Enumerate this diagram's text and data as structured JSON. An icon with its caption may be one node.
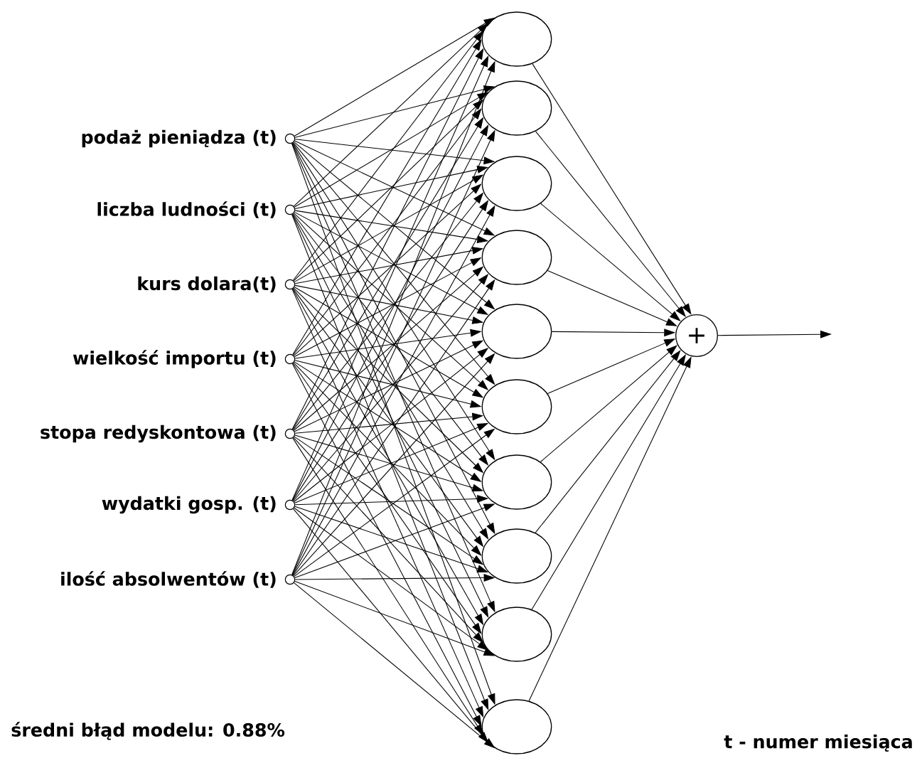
{
  "diagram": {
    "nodes": [
      {
        "text": [],
        "shape": "circle",
        "beside": [
          "podaż pieniądza (t)"
        ]
      },
      {
        "text": [],
        "shape": "circle",
        "beside": [
          "liczba ludności (t)"
        ]
      },
      {
        "text": [],
        "shape": "circle",
        "beside": [
          "kurs dolara(t)"
        ]
      },
      {
        "text": [],
        "shape": "circle",
        "beside": [
          "wielkość importu (t)"
        ]
      },
      {
        "text": [],
        "shape": "circle",
        "beside": [
          "stopa redyskontowa (t)"
        ]
      },
      {
        "text": [],
        "shape": "circle",
        "beside": [
          "wydatki gosp. (t)"
        ]
      },
      {
        "text": [],
        "shape": "circle",
        "beside": [
          "ilość absolwentów (t)"
        ]
      },
      {
        "text": [],
        "shape": "circle"
      },
      {
        "text": [],
        "shape": "circle"
      },
      {
        "text": [],
        "shape": "circle"
      },
      {
        "text": [],
        "shape": "circle"
      },
      {
        "text": [],
        "shape": "circle"
      },
      {
        "text": [],
        "shape": "circle"
      },
      {
        "text": [],
        "shape": "circle"
      },
      {
        "text": [],
        "shape": "circle"
      },
      {
        "text": [],
        "shape": "circle"
      },
      {
        "text": [],
        "shape": "circle"
      },
      {
        "text": [
          "+"
        ]
      }
    ],
    "edges": [
      {
        "from": 0,
        "to": 7,
        "arrow": "to"
      },
      {
        "from": 0,
        "to": 8,
        "arrow": "to"
      },
      {
        "from": 0,
        "to": 9,
        "arrow": "to"
      },
      {
        "from": 0,
        "to": 10,
        "arrow": "to"
      },
      {
        "from": 0,
        "to": 11,
        "arrow": "to"
      },
      {
        "from": 0,
        "to": 12,
        "arrow": "to"
      },
      {
        "from": 0,
        "to": 13,
        "arrow": "to"
      },
      {
        "from": 0,
        "to": 14,
        "arrow": "to"
      },
      {
        "from": 0,
        "to": 15,
        "arrow": "to"
      },
      {
        "from": 0,
        "to": 16,
        "arrow": "to"
      },
      {
        "from": 1,
        "to": 7,
        "arrow": "to"
      },
      {
        "from": 1,
        "to": 8,
        "arrow": "to"
      },
      {
        "from": 1,
        "to": 9,
        "arrow": "to"
      },
      {
        "from": 1,
        "to": 10,
        "arrow": "to"
      },
      {
        "from": 1,
        "to": 11,
        "arrow": "to"
      },
      {
        "from": 1,
        "to": 12,
        "arrow": "to"
      },
      {
        "from": 1,
        "to": 13,
        "arrow": "to"
      },
      {
        "from": 1,
        "to": 14,
        "arrow": "to"
      },
      {
        "from": 1,
        "to": 15,
        "arrow": "to"
      },
      {
        "from": 1,
        "to": 16,
        "arrow": "to"
      },
      {
        "from": 2,
        "to": 7,
        "arrow": "to"
      },
      {
        "from": 2,
        "to": 8,
        "arrow": "to"
      },
      {
        "from": 2,
        "to": 9,
        "arrow": "to"
      },
      {
        "from": 2,
        "to": 10,
        "arrow": "to"
      },
      {
        "from": 2,
        "to": 11,
        "arrow": "to"
      },
      {
        "from": 2,
        "to": 12,
        "arrow": "to"
      },
      {
        "from": 2,
        "to": 13,
        "arrow": "to"
      },
      {
        "from": 2,
        "to": 14,
        "arrow": "to"
      },
      {
        "from": 2,
        "to": 15,
        "arrow": "to"
      },
      {
        "from": 2,
        "to": 16,
        "arrow": "to"
      },
      {
        "from": 3,
        "to": 7,
        "arrow": "to"
      },
      {
        "from": 3,
        "to": 8,
        "arrow": "to"
      },
      {
        "from": 3,
        "to": 9,
        "arrow": "to"
      },
      {
        "from": 3,
        "to": 10,
        "arrow": "to"
      },
      {
        "from": 3,
        "to": 11,
        "arrow": "to"
      },
      {
        "from": 3,
        "to": 12,
        "arrow": "to"
      },
      {
        "from": 3,
        "to": 13,
        "arrow": "to"
      },
      {
        "from": 3,
        "to": 14,
        "arrow": "to"
      },
      {
        "from": 3,
        "to": 15,
        "arrow": "to"
      },
      {
        "from": 3,
        "to": 16,
        "arrow": "to"
      },
      {
        "from": 4,
        "to": 7,
        "arrow": "to"
      },
      {
        "from": 4,
        "to": 8,
        "arrow": "to"
      },
      {
        "from": 4,
        "to": 9,
        "arrow": "to"
      },
      {
        "from": 4,
        "to": 10,
        "arrow": "to"
      },
      {
        "from": 4,
        "to": 11,
        "arrow": "to"
      },
      {
        "from": 4,
        "to": 12,
        "arrow": "to"
      },
      {
        "from": 4,
        "to": 13,
        "arrow": "to"
      },
      {
        "from": 4,
        "to": 14,
        "arrow": "to"
      },
      {
        "from": 4,
        "to": 15,
        "arrow": "to"
      },
      {
        "from": 4,
        "to": 16,
        "arrow": "to"
      },
      {
        "from": 5,
        "to": 7,
        "arrow": "to"
      },
      {
        "from": 5,
        "to": 8,
        "arrow": "to"
      },
      {
        "from": 5,
        "to": 9,
        "arrow": "to"
      },
      {
        "from": 5,
        "to": 10,
        "arrow": "to"
      },
      {
        "from": 5,
        "to": 11,
        "arrow": "to"
      },
      {
        "from": 5,
        "to": 12,
        "arrow": "to"
      },
      {
        "from": 5,
        "to": 13,
        "arrow": "to"
      },
      {
        "from": 5,
        "to": 14,
        "arrow": "to"
      },
      {
        "from": 5,
        "to": 15,
        "arrow": "to"
      },
      {
        "from": 5,
        "to": 16,
        "arrow": "to"
      },
      {
        "from": 6,
        "to": 7,
        "arrow": "to"
      },
      {
        "from": 6,
        "to": 8,
        "arrow": "to"
      },
      {
        "from": 6,
        "to": 9,
        "arrow": "to"
      },
      {
        "from": 6,
        "to": 10,
        "arrow": "to"
      },
      {
        "from": 6,
        "to": 11,
        "arrow": "to"
      },
      {
        "from": 6,
        "to": 12,
        "arrow": "to"
      },
      {
        "from": 6,
        "to": 13,
        "arrow": "to"
      },
      {
        "from": 6,
        "to": 14,
        "arrow": "to"
      },
      {
        "from": 6,
        "to": 15,
        "arrow": "to"
      },
      {
        "from": 6,
        "to": 16,
        "arrow": "to"
      },
      {
        "from": 7,
        "to": 17,
        "arrow": "to"
      },
      {
        "from": 8,
        "to": 17,
        "arrow": "to"
      },
      {
        "from": 9,
        "to": 17,
        "arrow": "to"
      },
      {
        "from": 10,
        "to": 17,
        "arrow": "to"
      },
      {
        "from": 11,
        "to": 17,
        "arrow": "to"
      },
      {
        "from": 12,
        "to": 17,
        "arrow": "to"
      },
      {
        "from": 13,
        "to": 17,
        "arrow": "to"
      },
      {
        "from": 14,
        "to": 17,
        "arrow": "to"
      },
      {
        "from": 15,
        "to": 17,
        "arrow": "to"
      },
      {
        "from": 16,
        "to": 17,
        "arrow": "to"
      },
      {
        "from": 17,
        "to": null,
        "arrow": "to"
      }
    ],
    "labels": [
      "średni błąd modelu: 0.88%",
      "t - numer miesiąca"
    ]
  }
}
